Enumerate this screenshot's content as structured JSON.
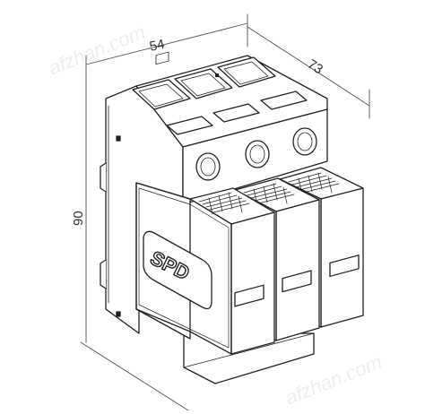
{
  "figure": {
    "dimension_width": "54",
    "dimension_depth": "73",
    "dimension_height": "90",
    "label": "SPD",
    "watermark": "afzhan.com"
  },
  "colors": {
    "line": "#222222",
    "dim_line": "#555555",
    "fill": "#ffffff"
  }
}
